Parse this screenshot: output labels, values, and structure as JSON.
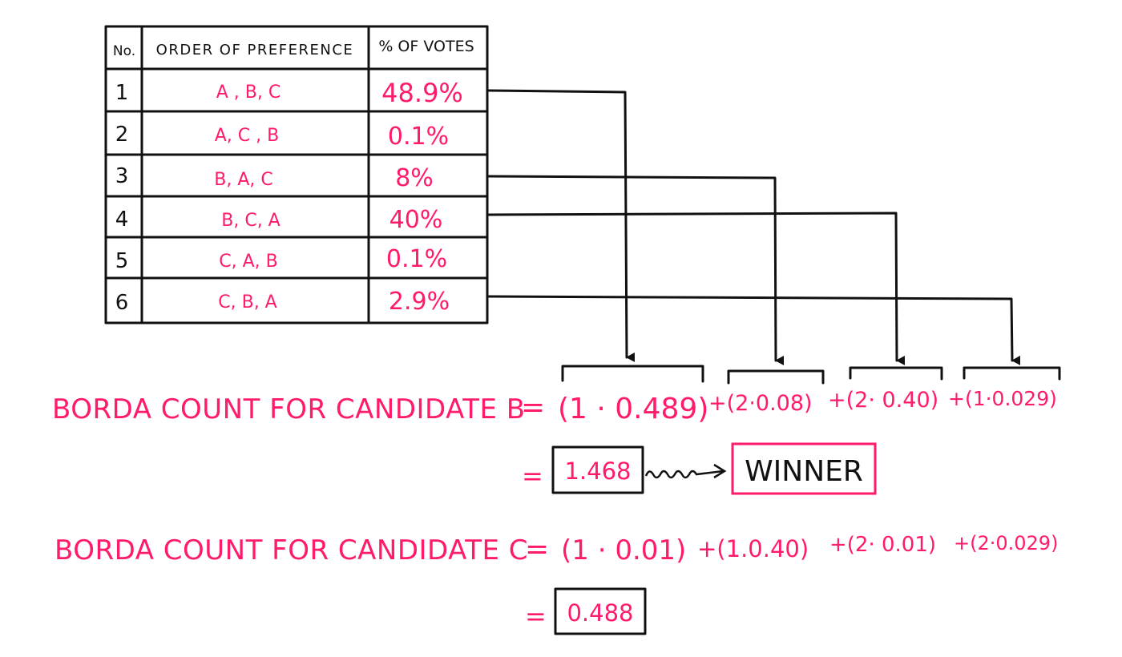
{
  "colors": {
    "accent": "#ff1a6c",
    "ink": "#111111"
  },
  "table": {
    "headers": [
      "No.",
      "ORDER OF PREFERENCE",
      "% OF VOTES"
    ],
    "rows": [
      {
        "no": "1",
        "order": "A , B, C",
        "votes": "48.9%"
      },
      {
        "no": "2",
        "order": "A, C , B",
        "votes": "0.1%"
      },
      {
        "no": "3",
        "order": "B, A, C",
        "votes": "8%"
      },
      {
        "no": "4",
        "order": "B, C, A",
        "votes": "40%"
      },
      {
        "no": "5",
        "order": "C, A, B",
        "votes": "0.1%"
      },
      {
        "no": "6",
        "order": "C, B, A",
        "votes": "2.9%"
      }
    ]
  },
  "borda_b": {
    "label": "BORDA COUNT FOR CANDIDATE B",
    "eq": "=",
    "terms": [
      "(1 · 0.489)",
      "+(2·0.08)",
      "+(2· 0.40)",
      "+(1·0.029)"
    ],
    "result_eq": "=",
    "result": "1.468",
    "winner": "WINNER"
  },
  "borda_c": {
    "label": "BORDA COUNT FOR CANDIDATE C",
    "eq": "=",
    "terms": [
      "(1 · 0.01)",
      "+(1.0.40)",
      "+(2· 0.01)",
      "+(2·0.029)"
    ],
    "result_eq": "=",
    "result": "0.488"
  }
}
